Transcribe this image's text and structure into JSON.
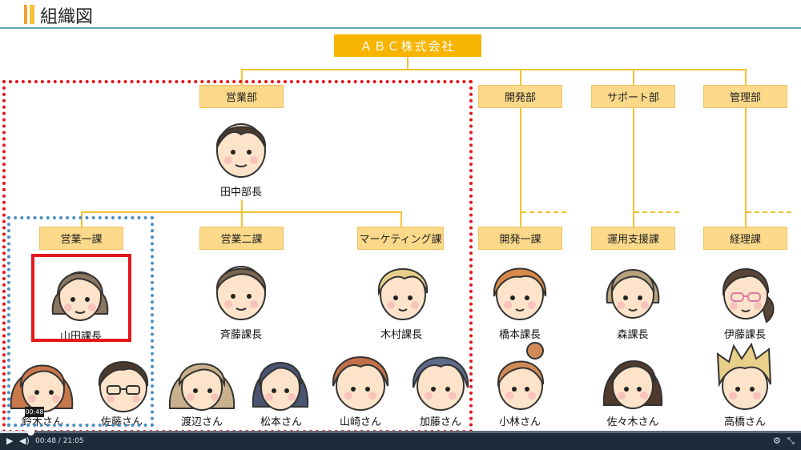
{
  "title": "組織図",
  "company": "ＡＢＣ株式会社",
  "departments": [
    {
      "label": "営業部"
    },
    {
      "label": "開発部"
    },
    {
      "label": "サポート部"
    },
    {
      "label": "管理部"
    }
  ],
  "sections": [
    {
      "label": "営業一課"
    },
    {
      "label": "営業二課"
    },
    {
      "label": "マーケティング課"
    },
    {
      "label": "開発一課"
    },
    {
      "label": "運用支援課"
    },
    {
      "label": "経理課"
    }
  ],
  "people": {
    "tanaka": "田中部長",
    "yamada": "山田課長",
    "saito": "斉藤課長",
    "kimura": "木村課長",
    "hashimoto": "橋本課長",
    "mori": "森課長",
    "ito": "伊藤課長",
    "suzuki": "鈴木さん",
    "sato": "佐藤さん",
    "watanabe": "渡辺さん",
    "matsumoto": "松本さん",
    "yamazaki": "山崎さん",
    "kato": "加藤さん",
    "kobayashi": "小林さん",
    "sasaki": "佐々木さん",
    "takahashi": "高橋さん"
  },
  "player": {
    "current_time": "00:48",
    "duration": "21:05",
    "time_display": "00:48 / 21:05",
    "tooltip": "00:48",
    "progress": 0.038,
    "icons": [
      "play-icon",
      "volume-icon",
      "settings-icon",
      "collapse-icon"
    ]
  },
  "colors": {
    "box_fill": "#fbd98a",
    "company_fill": "#f7b400",
    "connector": "#f2c230",
    "highlight_red": "#e2161b",
    "highlight_blue": "#4a8fc2",
    "header_rule": "#5aa7b0"
  }
}
